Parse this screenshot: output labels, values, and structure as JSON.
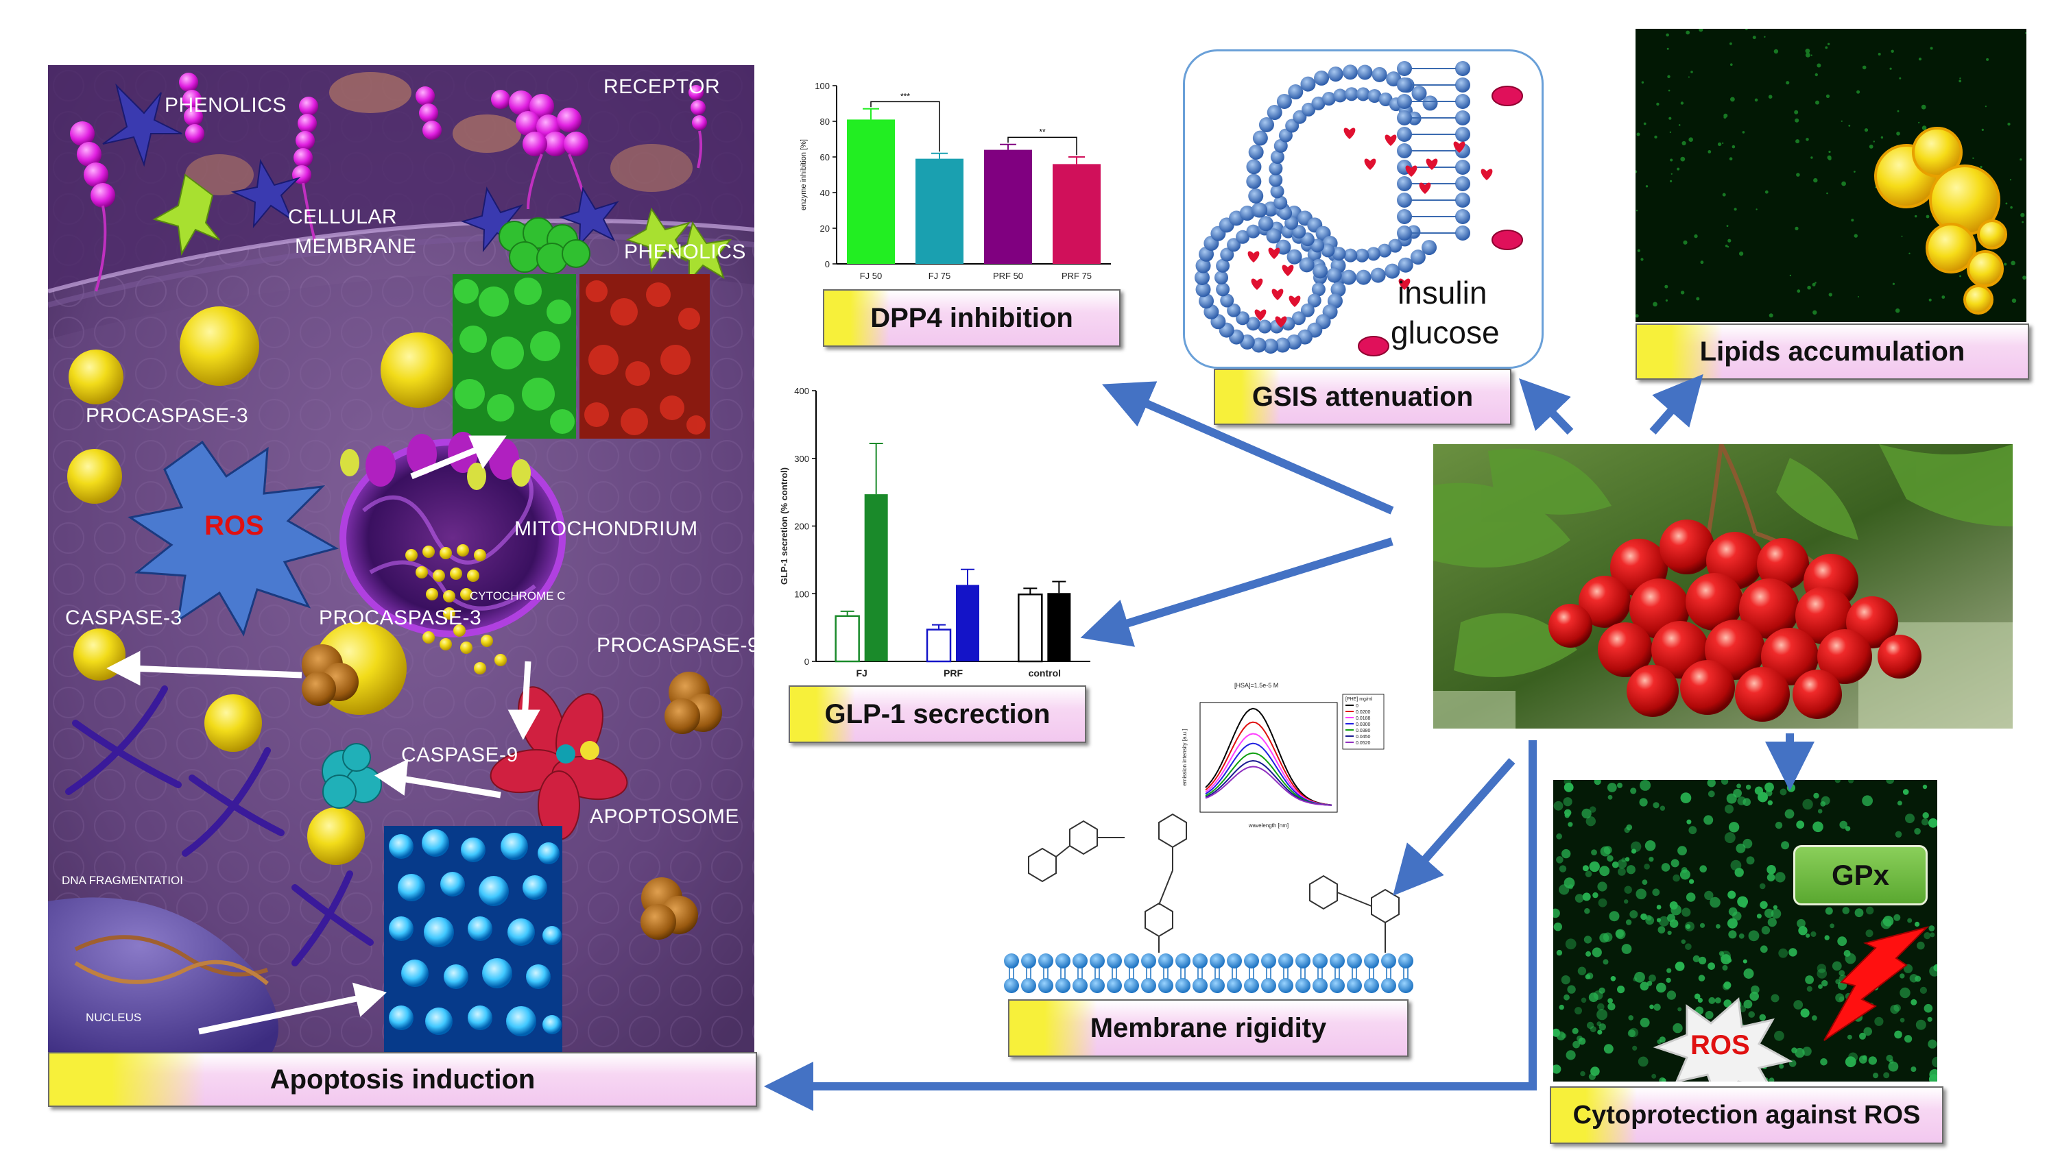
{
  "apoptosis_panel": {
    "labels": {
      "phenolics_top": "PHENOLICS",
      "receptor": "RECEPTOR",
      "cellular_membrane_1": "CELLULAR",
      "cellular_membrane_2": "MEMBRANE",
      "phenolics_right": "PHENOLICS",
      "procaspase3_a": "PROCASPASE-3",
      "ros": "ROS",
      "mitochondrium": "MITOCHONDRIUM",
      "cytochrome_c": "CYTOCHROME C",
      "caspase3": "CASPASE-3",
      "procaspase3_b": "PROCASPASE-3",
      "procaspase9": "PROCASPASE-9",
      "caspase9": "CASPASE-9",
      "apoptosome": "APOPTOSOME",
      "dna_fragmentation": "DNA FRAGMENTATIOI",
      "nucleus": "NUCLEUS"
    },
    "caption": "Apoptosis induction"
  },
  "dpp4_chart": {
    "caption": "DPP4 inhibition",
    "chart_data": {
      "type": "bar",
      "categories": [
        "FJ 50",
        "FJ 75",
        "PRF 50",
        "PRF 75"
      ],
      "values": [
        81,
        59,
        64,
        56
      ],
      "errors": [
        6,
        3,
        3,
        4
      ],
      "colors": [
        "#22ee22",
        "#1aa0b0",
        "#800080",
        "#d0105a"
      ],
      "ylabel": "enzyme inhibition [%]",
      "ylim": [
        0,
        100
      ],
      "yticks": [
        0,
        20,
        40,
        60,
        80,
        100
      ],
      "significance": [
        {
          "from": "FJ 50",
          "to": "FJ 75",
          "label": "***"
        },
        {
          "from": "PRF 50",
          "to": "PRF 75",
          "label": "**"
        }
      ]
    }
  },
  "glp1_chart": {
    "caption": "GLP-1 secrection",
    "chart_data": {
      "type": "bar",
      "categories": [
        "FJ",
        "PRF",
        "control"
      ],
      "series": [
        {
          "values": [
            67,
            47,
            99
          ],
          "errors": [
            7,
            7,
            9
          ],
          "style": "open"
        },
        {
          "values": [
            247,
            113,
            101
          ],
          "errors": [
            75,
            23,
            17
          ],
          "style": "filled"
        }
      ],
      "colors": {
        "FJ": "#1a8a2a",
        "PRF": "#1414c8",
        "control": "#000000"
      },
      "ylabel": "GLP-1 secretion (% control)",
      "ylim": [
        0,
        400
      ],
      "yticks": [
        0,
        100,
        200,
        300,
        400
      ]
    }
  },
  "gsis_panel": {
    "legend_insulin": "insulin",
    "legend_glucose": "glucose",
    "caption": "GSIS attenuation"
  },
  "lipids_panel": {
    "caption": "Lipids accumulation"
  },
  "membrane_panel": {
    "caption": "Membrane rigidity",
    "mini_chart_title": "[HSA]=1.5e-5 M",
    "xlabel": "wavelength [nm]",
    "ylabel": "emission intensity [a.u.]",
    "legend_header": "[PHE] mg/ml",
    "legend_items": [
      "0",
      "0.0200",
      "0.0188",
      "0.0300",
      "0.0380",
      "0.0450",
      "0.0520"
    ],
    "curve_colors": [
      "#000000",
      "#e01010",
      "#ff40ff",
      "#2020e0",
      "#10a010",
      "#1a1a90",
      "#9030c0"
    ]
  },
  "cytoprotection_panel": {
    "caption": "Cytoprotection against ROS",
    "gpx": "GPx",
    "ros": "ROS"
  }
}
